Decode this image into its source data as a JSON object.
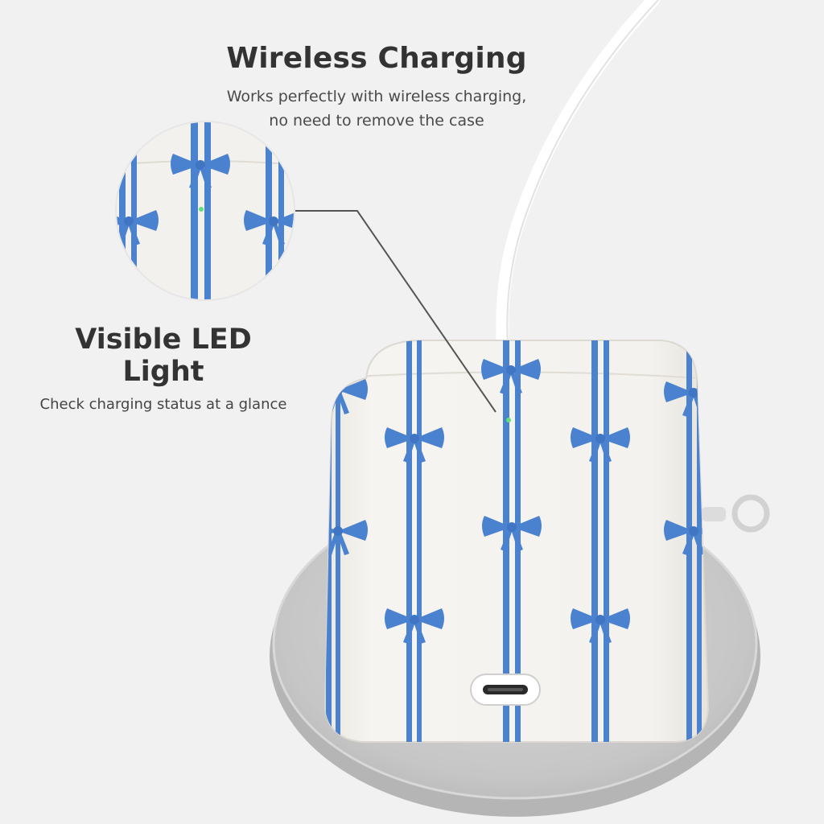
{
  "feature_wireless": {
    "title": "Wireless Charging",
    "line1": "Works perfectly with wireless charging,",
    "line2": "no need to remove the case"
  },
  "feature_led": {
    "title": "Visible LED Light",
    "subtitle": "Check charging status at a glance"
  },
  "colors": {
    "background": "#f1f1f1",
    "case": "#f4f2ee",
    "ribbon": "#4a82cf",
    "led": "#5fe07a",
    "pad": "#c9c9c9",
    "cable": "#ffffff"
  }
}
